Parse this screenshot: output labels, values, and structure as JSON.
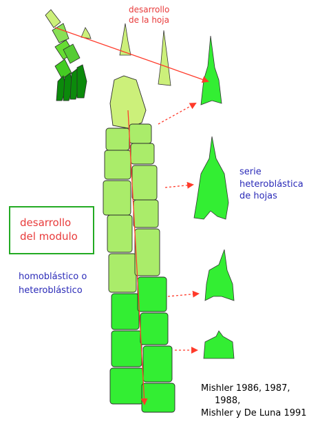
{
  "leaf_development": {
    "line1": "desarrollo",
    "line2": "de la hoja"
  },
  "heteroblastic_series": {
    "line1": "serie",
    "line2": "heteroblástica",
    "line3": "de hojas"
  },
  "module_development": {
    "line1": "desarrollo",
    "line2": "del modulo"
  },
  "homo_hetero": {
    "line1": "homoblástico o",
    "line2": "heteroblástico"
  },
  "references": {
    "line1": "Mishler 1986, 1987,",
    "line2": "1988,",
    "line3": "Mishler y De Luna 1991"
  },
  "colors": {
    "light_green": "#ccf07a",
    "pale_green": "#aaec6a",
    "bright_green": "#33ee33",
    "dark_green": "#0b8a0b",
    "red_arrow": "#ff3a2a",
    "box_border": "#22aa22",
    "red_text": "#e83a3a",
    "blue_text": "#2a2ab8"
  }
}
